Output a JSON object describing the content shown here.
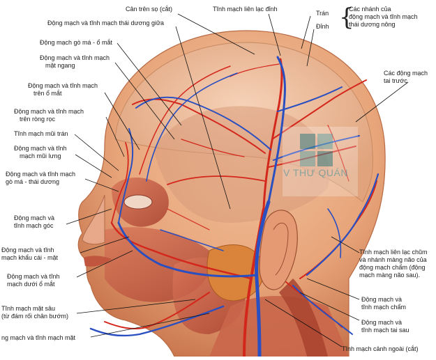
{
  "labels": {
    "l01": "Cân trên sọ (cắt)",
    "l02": "Tĩnh mạch liên lạc đỉnh",
    "l03": "Trán",
    "l04": "Đỉnh",
    "l05": [
      "Các nhánh của",
      "động mạch và tĩnh mạch",
      "thái dương nông"
    ],
    "l06": "Động mạch và tĩnh mạch thái dương giữa",
    "l07": "Động mạch gò má - ổ mắt",
    "l08": [
      "Động mạch và tĩnh mạch",
      "mặt ngang"
    ],
    "l09": [
      "Các động mạch",
      "tai trước"
    ],
    "l10": [
      "Động mạch và tĩnh mạch",
      "trên ổ mắt"
    ],
    "l11": [
      "Động mạch và tĩnh mạch",
      "trên ròng rọc"
    ],
    "l12": "Tĩnh mạch mũi trán",
    "l13": [
      "Động mạch và tĩnh",
      "mạch mũi lưng"
    ],
    "l14": [
      "Động mạch và tĩnh mạch",
      "gò má - thái dương"
    ],
    "l15": [
      "Động mạch và",
      "tĩnh mạch góc"
    ],
    "l16": [
      "Động mạch và tĩnh",
      "mạch khẩu cái - mặt"
    ],
    "l17": [
      "Động mạch và tĩnh",
      "mạch dưới ổ mắt"
    ],
    "l18": [
      "Tĩnh mạch mặt sâu",
      "(từ đám rối chân bướm)"
    ],
    "l19": "ng mạch và tĩnh mạch mặt",
    "l20": [
      "Tĩnh mạch liên lạc chũm",
      "và nhánh màng não của",
      "động mạch chẩm (động",
      "mạch màng não sau)."
    ],
    "l21": [
      "Động mạch và",
      "tĩnh mạch chẩm"
    ],
    "l22": [
      "Động mạch và",
      "tĩnh mạch tai sau"
    ],
    "l23": "Tĩnh mạch cảnh ngoài (cắt)"
  },
  "watermark": "V THƯ QUÁN",
  "colors": {
    "background": "#ffffff",
    "skin": "#e8a57a",
    "muscle": "#c2553d",
    "artery": "#d4271c",
    "vein": "#2a4fc0",
    "gland": "#d9843a",
    "text": "#1a1a1a",
    "leader": "#111111",
    "watermark": "#3c8c96"
  },
  "figure": {
    "subject": "superficial arteries and veins of the head, lateral view",
    "orientation": "facing left"
  }
}
